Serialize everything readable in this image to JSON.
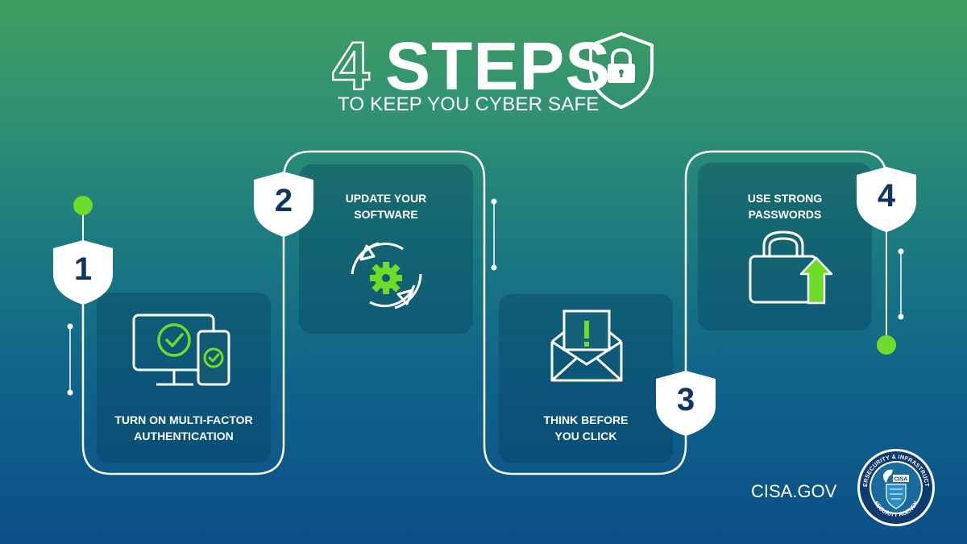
{
  "header": {
    "number": "4",
    "word": "STEPS",
    "subtitle": "TO KEEP YOU CYBER SAFE"
  },
  "steps": [
    {
      "number": "1",
      "label_line1": "TURN ON MULTI-FACTOR",
      "label_line2": "AUTHENTICATION",
      "icon": "multi-device-check-icon"
    },
    {
      "number": "2",
      "label_line1": "UPDATE YOUR",
      "label_line2": "SOFTWARE",
      "icon": "gear-refresh-icon"
    },
    {
      "number": "3",
      "label_line1": "THINK BEFORE",
      "label_line2": "YOU CLICK",
      "icon": "alert-envelope-icon"
    },
    {
      "number": "4",
      "label_line1": "USE STRONG",
      "label_line2": "PASSWORDS",
      "icon": "padlock-arrow-up-icon"
    }
  ],
  "footer": {
    "site": "CISA.GOV",
    "seal_top_text": "CYBERSECURITY & INFRASTRUCTURE",
    "seal_bottom_text": "SECURITY AGENCY",
    "seal_center_text": "CISA"
  },
  "colors": {
    "accent_green": "#6fdc2a",
    "badge_text": "#0f3563",
    "line": "#ffffff"
  }
}
